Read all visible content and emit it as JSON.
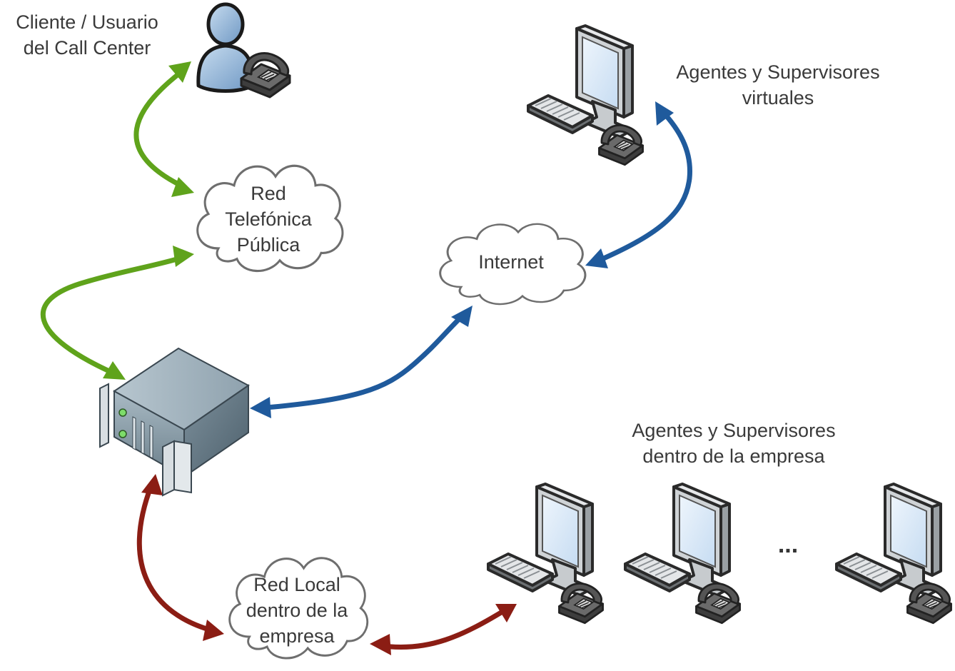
{
  "diagram": {
    "labels": {
      "client_line1": "Cliente / Usuario",
      "client_line2": "del Call Center",
      "virtual_line1": "Agentes y Supervisores",
      "virtual_line2": "virtuales",
      "local_line1": "Agentes y Supervisores",
      "local_line2": "dentro de la empresa"
    },
    "clouds": {
      "pstn_line1": "Red",
      "pstn_line2": "Telefónica",
      "pstn_line3": "Pública",
      "internet": "Internet",
      "lan_line1": "Red Local",
      "lan_line2": "dentro de la",
      "lan_line3": "empresa"
    },
    "ellipsis": "...",
    "colors": {
      "green": "#5fa31b",
      "blue": "#1f5a9c",
      "red": "#8b1d14",
      "person": "#8fb3d8",
      "server": "#7f929e"
    },
    "icons": [
      "user-icon",
      "phone-icon",
      "cloud-icon",
      "server-icon",
      "workstation-icon",
      "monitor-icon",
      "keyboard-icon"
    ]
  }
}
